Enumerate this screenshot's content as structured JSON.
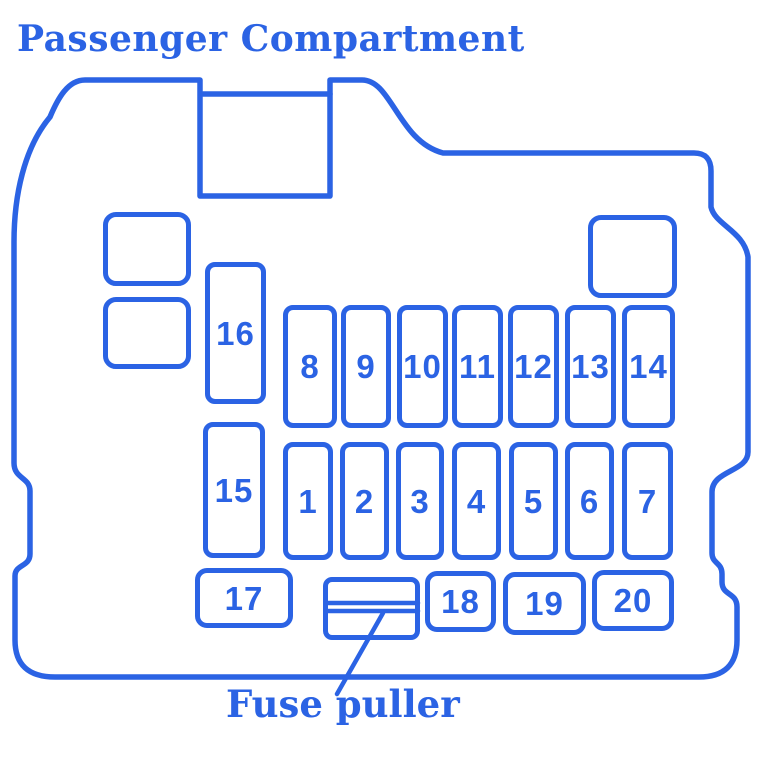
{
  "title": "Passenger Compartment",
  "caption": "Fuse puller",
  "colors": {
    "line": "#2B63E4",
    "background": "#FFFFFF"
  },
  "fuse_labels": [
    "1",
    "2",
    "3",
    "4",
    "5",
    "6",
    "7",
    "8",
    "9",
    "10",
    "11",
    "12",
    "13",
    "14",
    "15",
    "16",
    "17",
    "18",
    "19",
    "20"
  ]
}
